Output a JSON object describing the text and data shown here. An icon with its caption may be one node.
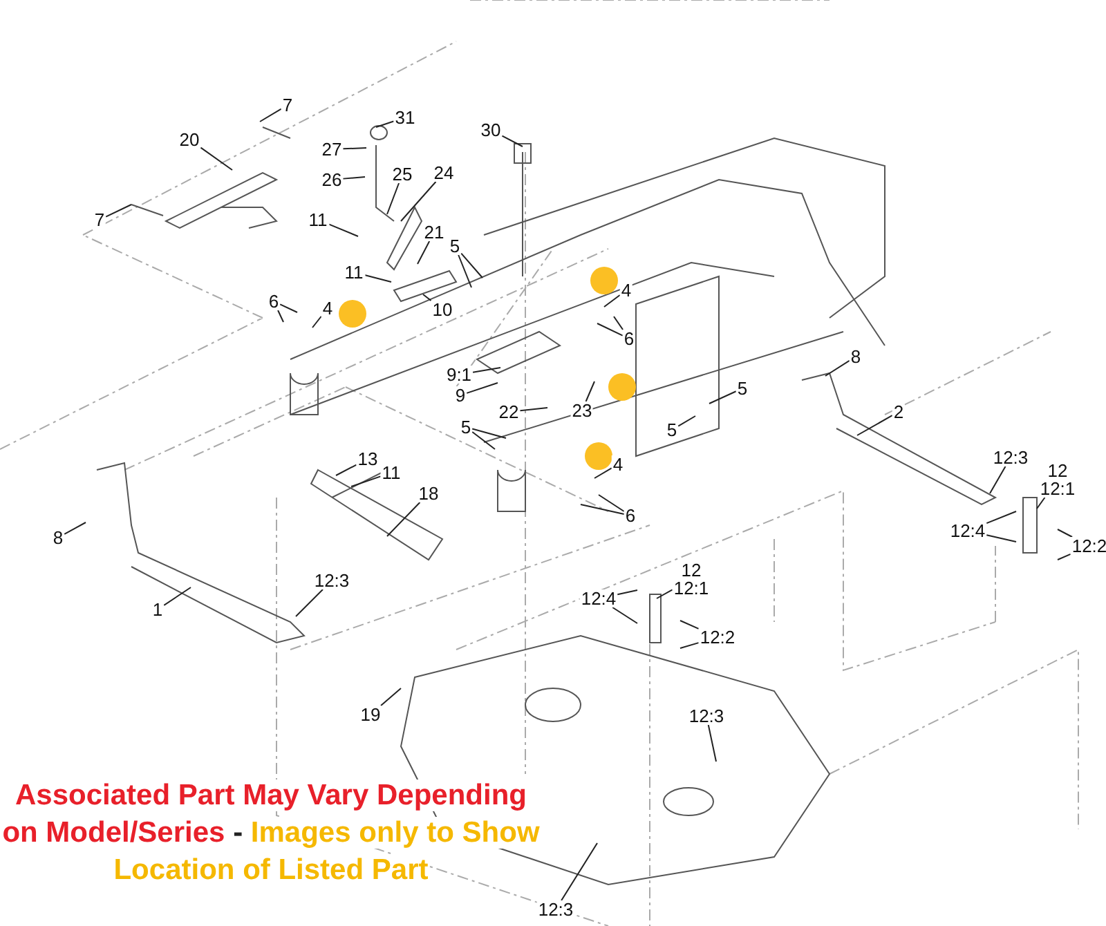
{
  "diagram": {
    "nodes": [
      {
        "text": [
          "7"
        ]
      },
      {
        "text": [
          "31"
        ]
      },
      {
        "text": [
          "20"
        ]
      },
      {
        "text": [
          "30"
        ]
      },
      {
        "text": [
          "27"
        ]
      },
      {
        "text": [
          "26"
        ]
      },
      {
        "text": [
          "25"
        ]
      },
      {
        "text": [
          "24"
        ]
      },
      {
        "text": [
          "7"
        ]
      },
      {
        "text": [
          "11"
        ]
      },
      {
        "text": [
          "21"
        ]
      },
      {
        "text": [
          "5"
        ]
      },
      {
        "text": [
          "11"
        ]
      },
      {
        "text": [
          "10"
        ]
      },
      {
        "text": [
          "6"
        ]
      },
      {
        "text": [
          "4"
        ]
      },
      {
        "text": [
          "4"
        ]
      },
      {
        "text": [
          "6"
        ]
      },
      {
        "text": [
          "9:1"
        ]
      },
      {
        "text": [
          "8"
        ]
      },
      {
        "text": [
          "9"
        ]
      },
      {
        "text": [
          "5"
        ]
      },
      {
        "text": [
          "22"
        ]
      },
      {
        "text": [
          "23"
        ]
      },
      {
        "text": [
          "2"
        ]
      },
      {
        "text": [
          "5"
        ]
      },
      {
        "text": [
          "5"
        ]
      },
      {
        "text": [
          "4"
        ]
      },
      {
        "text": [
          "13"
        ]
      },
      {
        "text": [
          "12:3"
        ]
      },
      {
        "text": [
          "12",
          "12:1"
        ]
      },
      {
        "text": [
          "11"
        ]
      },
      {
        "text": [
          "18"
        ]
      },
      {
        "text": [
          "8"
        ]
      },
      {
        "text": [
          "6"
        ]
      },
      {
        "text": [
          "12:4"
        ]
      },
      {
        "text": [
          "12:2"
        ]
      },
      {
        "text": [
          "1"
        ]
      },
      {
        "text": [
          "12:3"
        ]
      },
      {
        "text": [
          "12",
          "12:1"
        ]
      },
      {
        "text": [
          "12:4"
        ]
      },
      {
        "text": [
          "12:2"
        ]
      },
      {
        "text": [
          "19"
        ]
      },
      {
        "text": [
          "12:3"
        ]
      },
      {
        "text": [
          "12:3"
        ]
      }
    ],
    "edges": [
      {
        "from": 0,
        "to": null,
        "arrow": "none"
      },
      {
        "from": 1,
        "to": null,
        "arrow": "none"
      },
      {
        "from": 2,
        "to": null,
        "arrow": "none"
      },
      {
        "from": 3,
        "to": null,
        "arrow": "none"
      },
      {
        "from": 4,
        "to": null,
        "arrow": "none"
      },
      {
        "from": 5,
        "to": null,
        "arrow": "none"
      },
      {
        "from": 6,
        "to": null,
        "arrow": "none"
      },
      {
        "from": 7,
        "to": null,
        "arrow": "none"
      },
      {
        "from": 8,
        "to": null,
        "arrow": "none"
      },
      {
        "from": 9,
        "to": null,
        "arrow": "none"
      },
      {
        "from": 10,
        "to": null,
        "arrow": "none"
      },
      {
        "from": 11,
        "to": null,
        "arrow": "none"
      },
      {
        "from": 11,
        "to": null,
        "arrow": "none"
      },
      {
        "from": 12,
        "to": null,
        "arrow": "none"
      },
      {
        "from": 13,
        "to": null,
        "arrow": "none"
      },
      {
        "from": 14,
        "to": null,
        "arrow": "none"
      },
      {
        "from": 14,
        "to": null,
        "arrow": "none"
      },
      {
        "from": 15,
        "to": null,
        "arrow": "none"
      },
      {
        "from": 16,
        "to": null,
        "arrow": "none"
      },
      {
        "from": 17,
        "to": null,
        "arrow": "none"
      },
      {
        "from": 17,
        "to": null,
        "arrow": "none"
      },
      {
        "from": 18,
        "to": null,
        "arrow": "none"
      },
      {
        "from": 19,
        "to": null,
        "arrow": "none"
      },
      {
        "from": 20,
        "to": null,
        "arrow": "none"
      },
      {
        "from": 21,
        "to": null,
        "arrow": "none"
      },
      {
        "from": 22,
        "to": null,
        "arrow": "none"
      },
      {
        "from": 23,
        "to": null,
        "arrow": "none"
      },
      {
        "from": 24,
        "to": null,
        "arrow": "none"
      },
      {
        "from": 25,
        "to": null,
        "arrow": "none"
      },
      {
        "from": 25,
        "to": null,
        "arrow": "none"
      },
      {
        "from": 26,
        "to": null,
        "arrow": "none"
      },
      {
        "from": 27,
        "to": null,
        "arrow": "none"
      },
      {
        "from": 28,
        "to": null,
        "arrow": "none"
      },
      {
        "from": 29,
        "to": null,
        "arrow": "none"
      },
      {
        "from": 30,
        "to": null,
        "arrow": "none"
      },
      {
        "from": 31,
        "to": null,
        "arrow": "none"
      },
      {
        "from": 32,
        "to": null,
        "arrow": "none"
      },
      {
        "from": 33,
        "to": null,
        "arrow": "none"
      },
      {
        "from": 34,
        "to": null,
        "arrow": "none"
      },
      {
        "from": 34,
        "to": null,
        "arrow": "none"
      },
      {
        "from": 35,
        "to": null,
        "arrow": "none"
      },
      {
        "from": 35,
        "to": null,
        "arrow": "none"
      },
      {
        "from": 36,
        "to": null,
        "arrow": "none"
      },
      {
        "from": 36,
        "to": null,
        "arrow": "none"
      },
      {
        "from": 37,
        "to": null,
        "arrow": "none"
      },
      {
        "from": 38,
        "to": null,
        "arrow": "none"
      },
      {
        "from": 39,
        "to": null,
        "arrow": "none"
      },
      {
        "from": 40,
        "to": null,
        "arrow": "none"
      },
      {
        "from": 40,
        "to": null,
        "arrow": "none"
      },
      {
        "from": 41,
        "to": null,
        "arrow": "none"
      },
      {
        "from": 41,
        "to": null,
        "arrow": "none"
      },
      {
        "from": 42,
        "to": null,
        "arrow": "none"
      },
      {
        "from": 43,
        "to": null,
        "arrow": "none"
      },
      {
        "from": 44,
        "to": null,
        "arrow": "none"
      }
    ],
    "labels": [
      "Associated Part May Vary Depending on Model/Series",
      "-",
      "Images only to Show Location of Listed Part"
    ]
  }
}
